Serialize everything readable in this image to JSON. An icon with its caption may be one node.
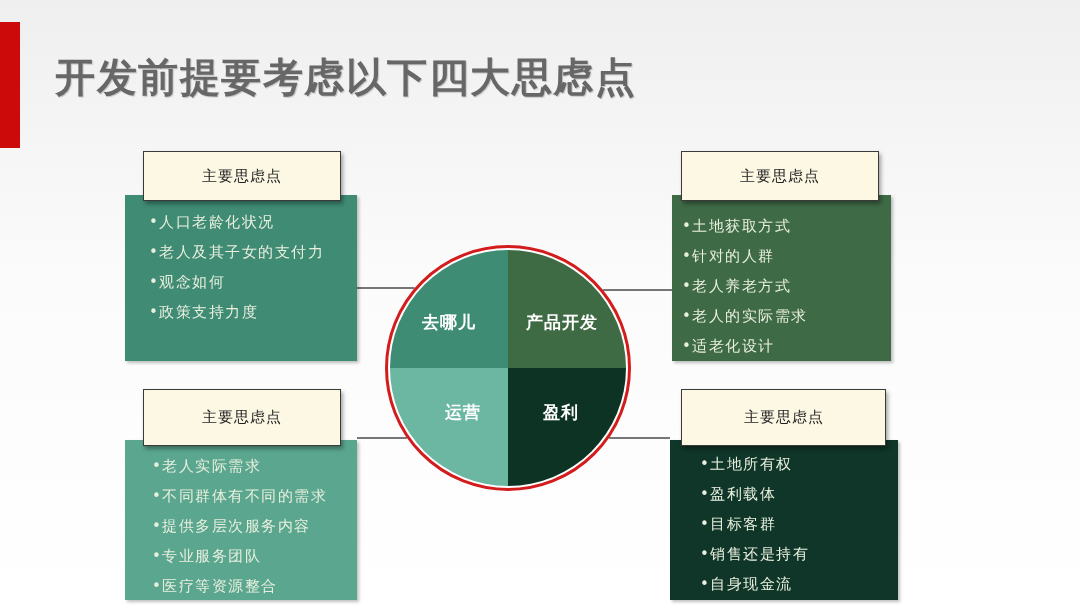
{
  "diagram": {
    "title": "开发前提要考虑以下四大思虑点",
    "nodes": [
      {
        "text": [
          "主要思虑点"
        ]
      },
      {
        "text": [
          "•人口老龄化状况",
          "•老人及其子女的支付力",
          "•观念如何",
          "•政策支持力度"
        ]
      },
      {
        "text": [
          "主要思虑点"
        ]
      },
      {
        "text": [
          "•土地获取方式",
          "•针对的人群",
          "•老人养老方式",
          "•老人的实际需求",
          "•适老化设计"
        ]
      },
      {
        "text": [],
        "shape": "circle"
      },
      {
        "text": [
          "去哪儿"
        ],
        "in": 4
      },
      {
        "text": [
          "产品开发"
        ],
        "in": 4
      },
      {
        "text": [
          "运营"
        ],
        "in": 4
      },
      {
        "text": [
          "盈利"
        ],
        "in": 4
      },
      {
        "text": [
          "主要思虑点"
        ]
      },
      {
        "text": [
          "•老人实际需求",
          "•不同群体有不同的需求",
          "•提供多层次服务内容",
          "•专业服务团队",
          "•医疗等资源整合"
        ]
      },
      {
        "text": [
          "主要思虑点"
        ]
      },
      {
        "text": [
          "•土地所有权",
          "•盈利载体",
          "•目标客群",
          "•销售还是持有",
          "•自身现金流"
        ]
      }
    ],
    "edges": [
      {
        "from": 5,
        "to": 1,
        "arrow": "none"
      },
      {
        "from": 6,
        "to": 3,
        "arrow": "none"
      },
      {
        "from": 7,
        "to": 10,
        "arrow": "none"
      },
      {
        "from": 8,
        "to": 12,
        "arrow": "none"
      }
    ]
  }
}
